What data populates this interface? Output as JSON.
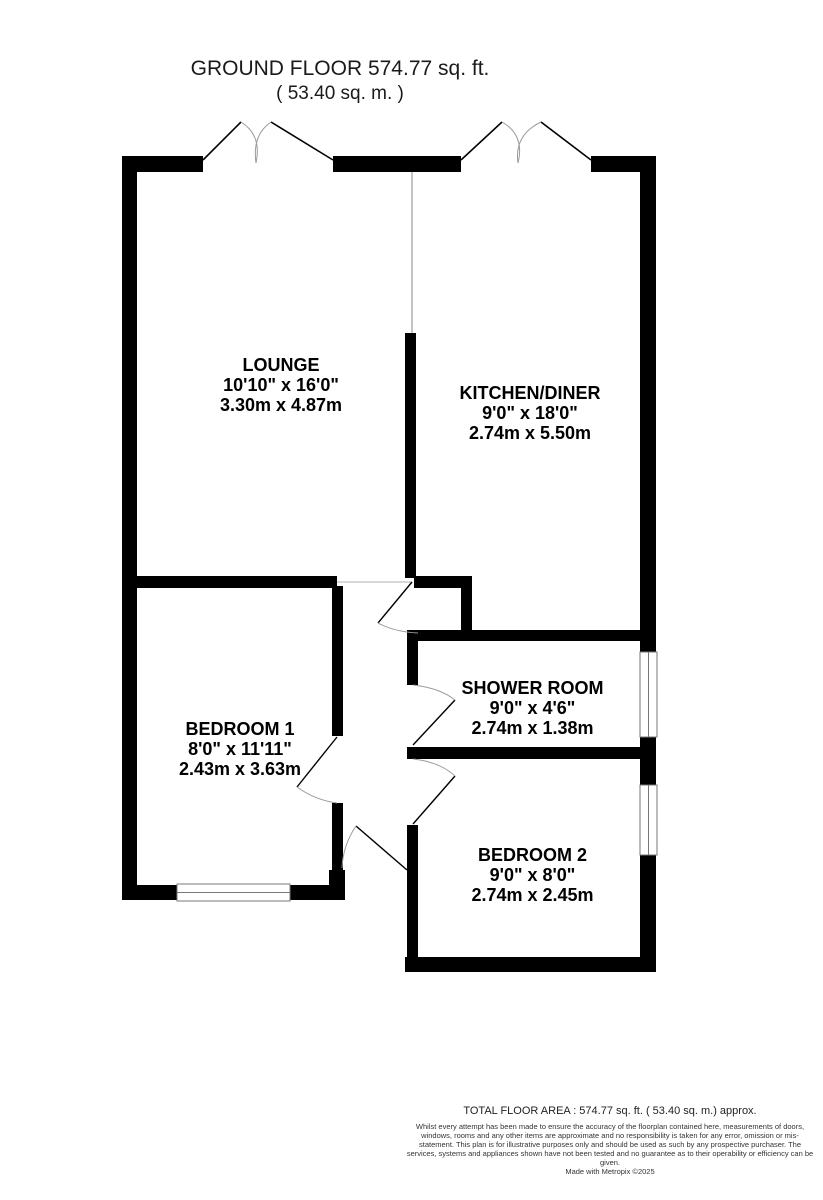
{
  "header": {
    "title": "GROUND FLOOR 574.77 sq. ft.",
    "subtitle": "( 53.40 sq. m. )"
  },
  "rooms": [
    {
      "name": "LOUNGE",
      "imperial": "10'10\" x 16'0\"",
      "metric": "3.30m x 4.87m"
    },
    {
      "name": "KITCHEN/DINER",
      "imperial": "9'0\" x 18'0\"",
      "metric": "2.74m x 5.50m"
    },
    {
      "name": "SHOWER ROOM",
      "imperial": "9'0\" x 4'6\"",
      "metric": "2.74m x 1.38m"
    },
    {
      "name": "BEDROOM 1",
      "imperial": "8'0\" x 11'11\"",
      "metric": "2.43m x 3.63m"
    },
    {
      "name": "BEDROOM 2",
      "imperial": "9'0\" x 8'0\"",
      "metric": "2.74m x 2.45m"
    }
  ],
  "footer": {
    "total": "TOTAL FLOOR AREA : 574.77 sq. ft. ( 53.40 sq. m.) approx.",
    "disclaimer": "Whilst every attempt has been made to ensure the accuracy of the floorplan contained here, measurements of doors, windows, rooms and any other items are approximate and no responsibility is taken for any error, omission or mis-statement. This plan is for illustrative purposes only and should be used as such by any prospective purchaser. The services, systems and appliances shown have not been tested and no guarantee as to their operability or efficiency can be given.",
    "made_with": "Made with Metropix ©2025"
  },
  "colors": {
    "wall": "#000000",
    "door_swing": "#9a9a9a",
    "background": "#ffffff"
  }
}
